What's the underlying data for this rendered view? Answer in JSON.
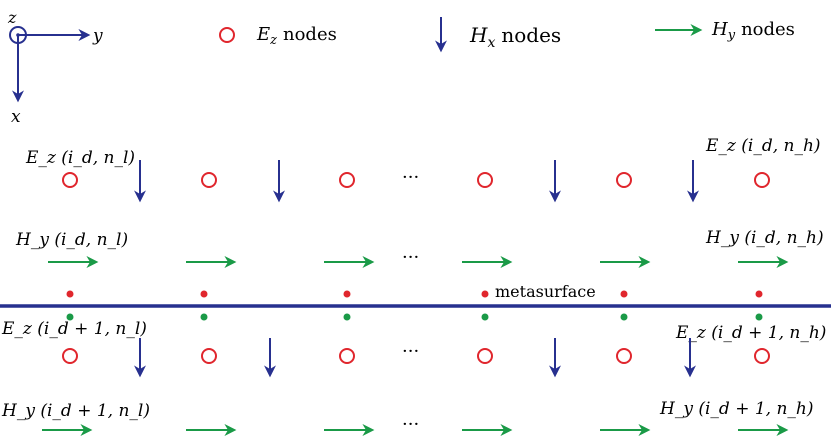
{
  "axes": {
    "z": "z",
    "y": "y",
    "x": "x"
  },
  "legend": {
    "ez_symbol": "E",
    "ez_sub": "z",
    "ez_text": "nodes",
    "hx_symbol": "H",
    "hx_sub": "x",
    "hx_text": "nodes",
    "hy_symbol": "H",
    "hy_sub": "y",
    "hy_text": "nodes"
  },
  "labels": {
    "ez_top_left": "E_z (i_d, n_l)",
    "ez_top_right": "E_z (i_d, n_h)",
    "hy_top_left": "H_y (i_d, n_l)",
    "hy_top_right": "H_y (i_d, n_h)",
    "ez_bottom_left": "E_z (i_d + 1, n_l)",
    "ez_bottom_right": "E_z (i_d + 1, n_h)",
    "hy_bottom_left": "H_y (i_d + 1, n_l)",
    "hy_bottom_right": "H_y (i_d + 1, n_h)",
    "metasurface": "metasurface",
    "ellipsis": "···"
  },
  "colors": {
    "ez": "#e0262d",
    "hx": "#27308f",
    "hy": "#1a9a47",
    "metasurface": "#27308f"
  }
}
